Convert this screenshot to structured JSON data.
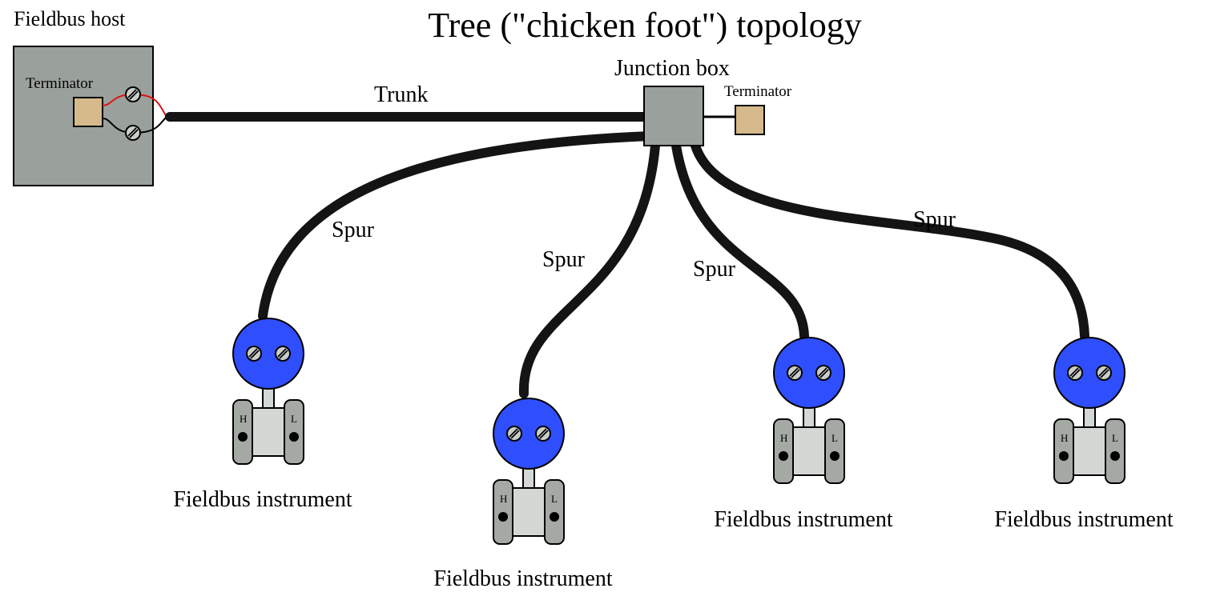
{
  "title": "Tree (\"chicken foot\") topology",
  "host": {
    "label": "Fieldbus host",
    "terminator_label": "Terminator"
  },
  "trunk_label": "Trunk",
  "junction": {
    "label": "Junction box",
    "terminator_label": "Terminator"
  },
  "spurs": [
    "Spur",
    "Spur",
    "Spur",
    "Spur"
  ],
  "instruments": [
    {
      "label": "Fieldbus instrument",
      "h": "H",
      "l": "L"
    },
    {
      "label": "Fieldbus instrument",
      "h": "H",
      "l": "L"
    },
    {
      "label": "Fieldbus instrument",
      "h": "H",
      "l": "L"
    },
    {
      "label": "Fieldbus instrument",
      "h": "H",
      "l": "L"
    }
  ],
  "colors": {
    "enclosure": "#9aa19c",
    "terminator": "#d6b98a",
    "instrument_head": "#2f4fff",
    "cable": "#141414",
    "red_wire": "#e01010",
    "body_light": "#d4d8d4",
    "body_dark": "#a4a9a4"
  }
}
